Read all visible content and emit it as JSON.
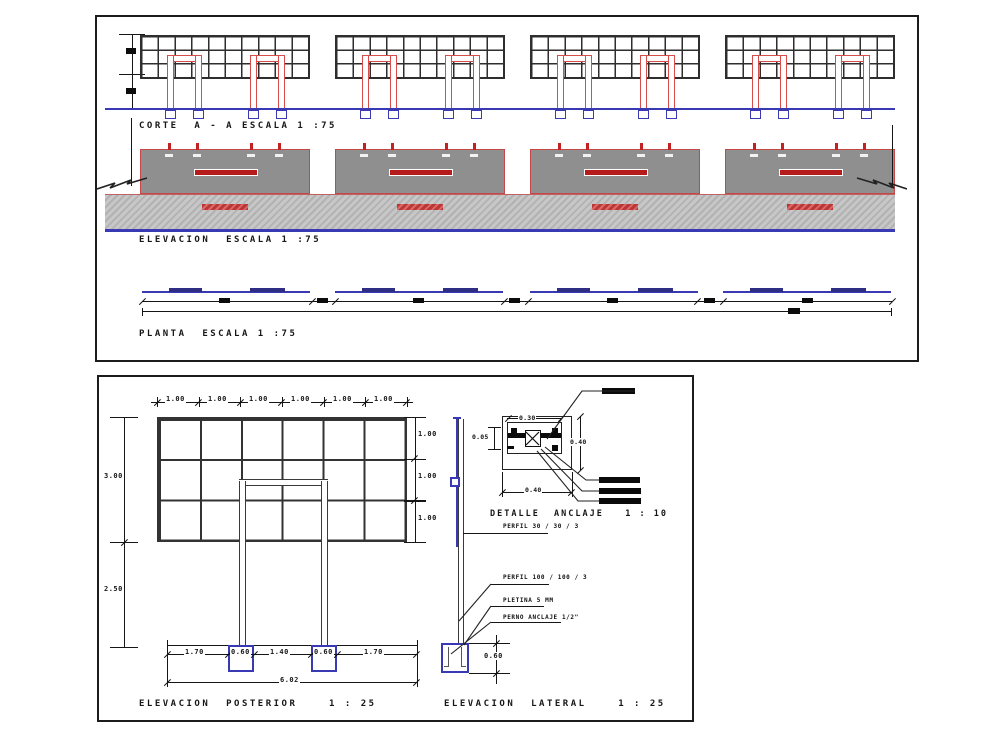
{
  "top_panel": {
    "corte": {
      "title": "CORTE  A - A ESCALA 1 :75"
    },
    "elevacion": {
      "title": "ELEVACION  ESCALA 1 :75"
    },
    "planta": {
      "title": "PLANTA  ESCALA 1 :75"
    }
  },
  "bottom_panel": {
    "posterior": {
      "title": "ELEVACION  POSTERIOR    1 : 25",
      "top_dims": [
        "1.00",
        "1.00",
        "1.00",
        "1.00",
        "1.00",
        "1.00"
      ],
      "side_dims": [
        "1.00",
        "1.00",
        "1.00"
      ],
      "total_height": "3.00",
      "post_height": "2.50",
      "base_dims": [
        "1.70",
        "0.60",
        "1.40",
        "0.60",
        "1.70"
      ],
      "base_total": "6.02"
    },
    "lateral": {
      "title": "ELEVACION  LATERAL    1 : 25",
      "callout_perfil_top": "PERFIL 30 / 30 / 3",
      "callout_perfil_main": "PERFIL 100 / 100 / 3",
      "callout_pletina": "PLETINA 5 MM",
      "callout_perno": "PERNO ANCLAJE 1/2\"",
      "footing_depth": "0.60"
    },
    "detalle": {
      "title": "DETALLE  ANCLAJE   1 : 10",
      "dim_top": "0.30",
      "dim_left": "0.05",
      "dim_right": "0.40",
      "dim_bottom": "0.40"
    }
  },
  "colors": {
    "red": "#d94c4c",
    "blue": "#3939b4",
    "block_gray": "#8f8f8f"
  }
}
